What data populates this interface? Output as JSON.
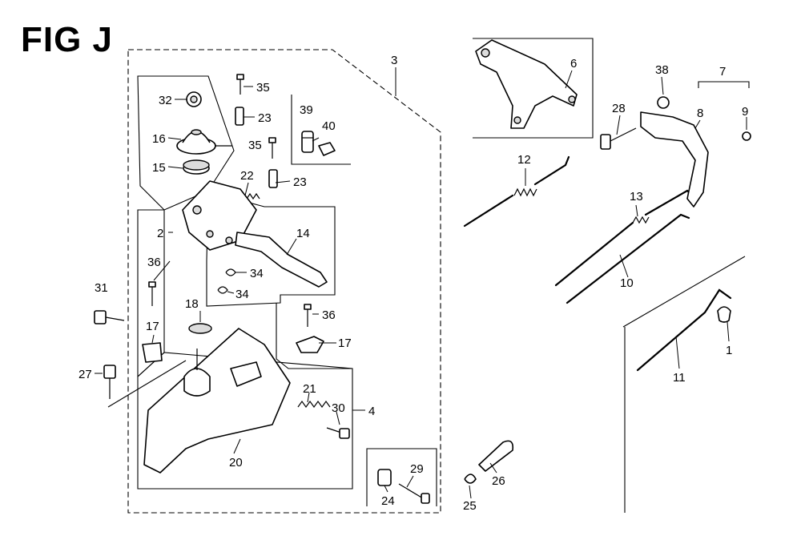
{
  "figure": {
    "title": "FIG J"
  },
  "callouts": {
    "c1": "1",
    "c2": "2",
    "c3": "3",
    "c4": "4",
    "c6": "6",
    "c7": "7",
    "c8": "8",
    "c9": "9",
    "c10": "10",
    "c11": "11",
    "c12": "12",
    "c13": "13",
    "c14": "14",
    "c15": "15",
    "c16": "16",
    "c17a": "17",
    "c17b": "17",
    "c18": "18",
    "c20": "20",
    "c21": "21",
    "c22": "22",
    "c23a": "23",
    "c23b": "23",
    "c24": "24",
    "c25": "25",
    "c26": "26",
    "c27": "27",
    "c28": "28",
    "c29": "29",
    "c30": "30",
    "c31": "31",
    "c32": "32",
    "c34a": "34",
    "c34b": "34",
    "c35a": "35",
    "c35b": "35",
    "c36a": "36",
    "c36b": "36",
    "c38": "38",
    "c39": "39",
    "c40": "40"
  }
}
